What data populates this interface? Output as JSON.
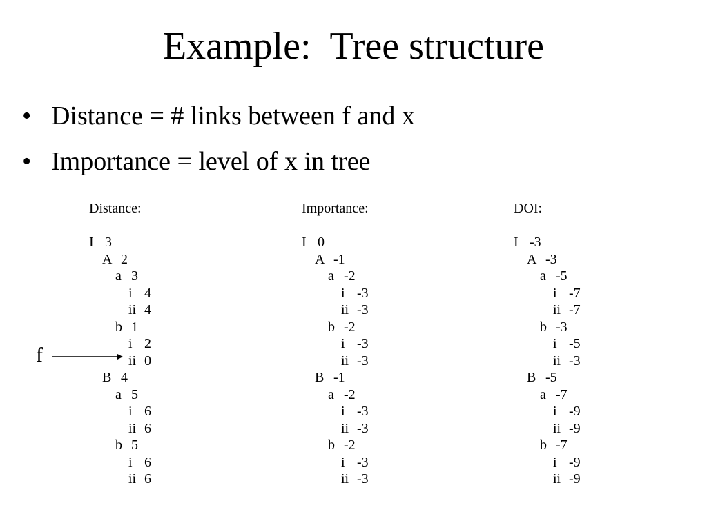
{
  "slide": {
    "title": "Example:  Tree structure",
    "bullets": [
      "Distance = # links between f and x",
      "Importance = level of x in tree"
    ]
  },
  "columns": [
    {
      "header": "Distance:",
      "rows": [
        {
          "label": "I",
          "value": "3"
        },
        {
          "label": "A",
          "value": "2"
        },
        {
          "label": "a",
          "value": "3"
        },
        {
          "label": "i",
          "value": "4"
        },
        {
          "label": "ii",
          "value": "4"
        },
        {
          "label": "b",
          "value": "1"
        },
        {
          "label": "i",
          "value": "2"
        },
        {
          "label": "ii",
          "value": "0"
        },
        {
          "label": "B",
          "value": "4"
        },
        {
          "label": "a",
          "value": "5"
        },
        {
          "label": "i",
          "value": "6"
        },
        {
          "label": "ii",
          "value": "6"
        },
        {
          "label": "b",
          "value": "5"
        },
        {
          "label": "i",
          "value": "6"
        },
        {
          "label": "ii",
          "value": "6"
        }
      ]
    },
    {
      "header": "Importance:",
      "rows": [
        {
          "label": "I",
          "value": "0"
        },
        {
          "label": "A",
          "value": "-1"
        },
        {
          "label": "a",
          "value": "-2"
        },
        {
          "label": "i",
          "value": "-3"
        },
        {
          "label": "ii",
          "value": "-3"
        },
        {
          "label": "b",
          "value": "-2"
        },
        {
          "label": "i",
          "value": "-3"
        },
        {
          "label": "ii",
          "value": "-3"
        },
        {
          "label": "B",
          "value": "-1"
        },
        {
          "label": "a",
          "value": "-2"
        },
        {
          "label": "i",
          "value": "-3"
        },
        {
          "label": "ii",
          "value": "-3"
        },
        {
          "label": "b",
          "value": "-2"
        },
        {
          "label": "i",
          "value": "-3"
        },
        {
          "label": "ii",
          "value": "-3"
        }
      ]
    },
    {
      "header": "DOI:",
      "rows": [
        {
          "label": "I",
          "value": "-3"
        },
        {
          "label": "A",
          "value": "-3"
        },
        {
          "label": "a",
          "value": "-5"
        },
        {
          "label": "i",
          "value": "-7"
        },
        {
          "label": "ii",
          "value": "-7"
        },
        {
          "label": "b",
          "value": "-3"
        },
        {
          "label": "i",
          "value": "-5"
        },
        {
          "label": "ii",
          "value": "-3"
        },
        {
          "label": "B",
          "value": "-5"
        },
        {
          "label": "a",
          "value": "-7"
        },
        {
          "label": "i",
          "value": "-9"
        },
        {
          "label": "ii",
          "value": "-9"
        },
        {
          "label": "b",
          "value": "-7"
        },
        {
          "label": "i",
          "value": "-9"
        },
        {
          "label": "ii",
          "value": "-9"
        }
      ]
    }
  ],
  "focus": {
    "label": "f",
    "icon": "arrow-right-icon"
  }
}
